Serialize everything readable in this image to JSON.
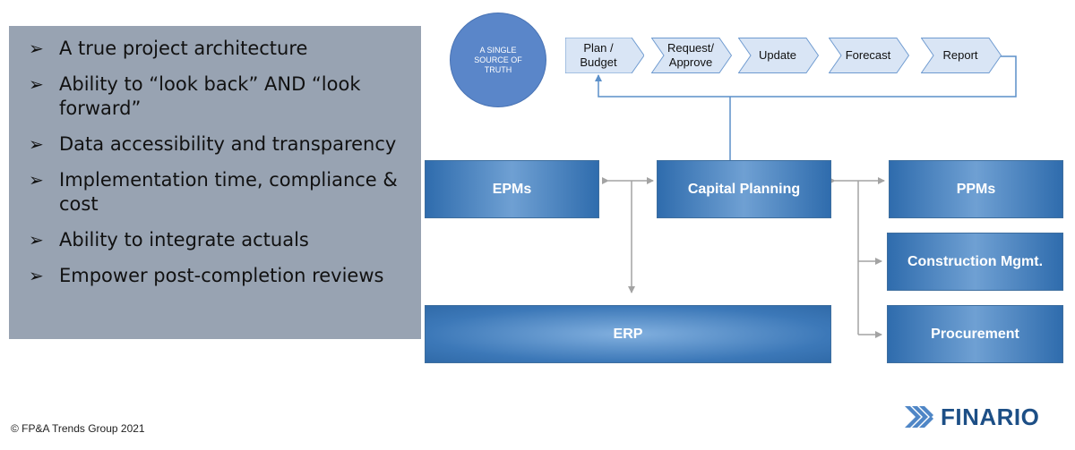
{
  "bullets": [
    "A true project architecture",
    "Ability to “look back” AND “look forward”",
    "Data accessibility and transparency",
    "Implementation time, compliance & cost",
    "Ability to integrate actuals",
    "Empower post-completion reviews"
  ],
  "bullet_marker": "➢",
  "circle_label": "A SINGLE SOURCE OF TRUTH",
  "process_steps": [
    "Plan / Budget",
    "Request/ Approve",
    "Update",
    "Forecast",
    "Report"
  ],
  "systems": {
    "epms": "EPMs",
    "capital_planning": "Capital Planning",
    "ppms": "PPMs",
    "construction": "Construction Mgmt.",
    "procurement": "Procurement",
    "erp": "ERP"
  },
  "copyright": "© FP&A Trends Group 2021",
  "logo": "FINARIO",
  "colors": {
    "panel": "#98a3b2",
    "box_blue": "#2f6cad",
    "chevron_fill": "#d9e5f5",
    "circle": "#5a86c9",
    "logo": "#1d4f86"
  }
}
